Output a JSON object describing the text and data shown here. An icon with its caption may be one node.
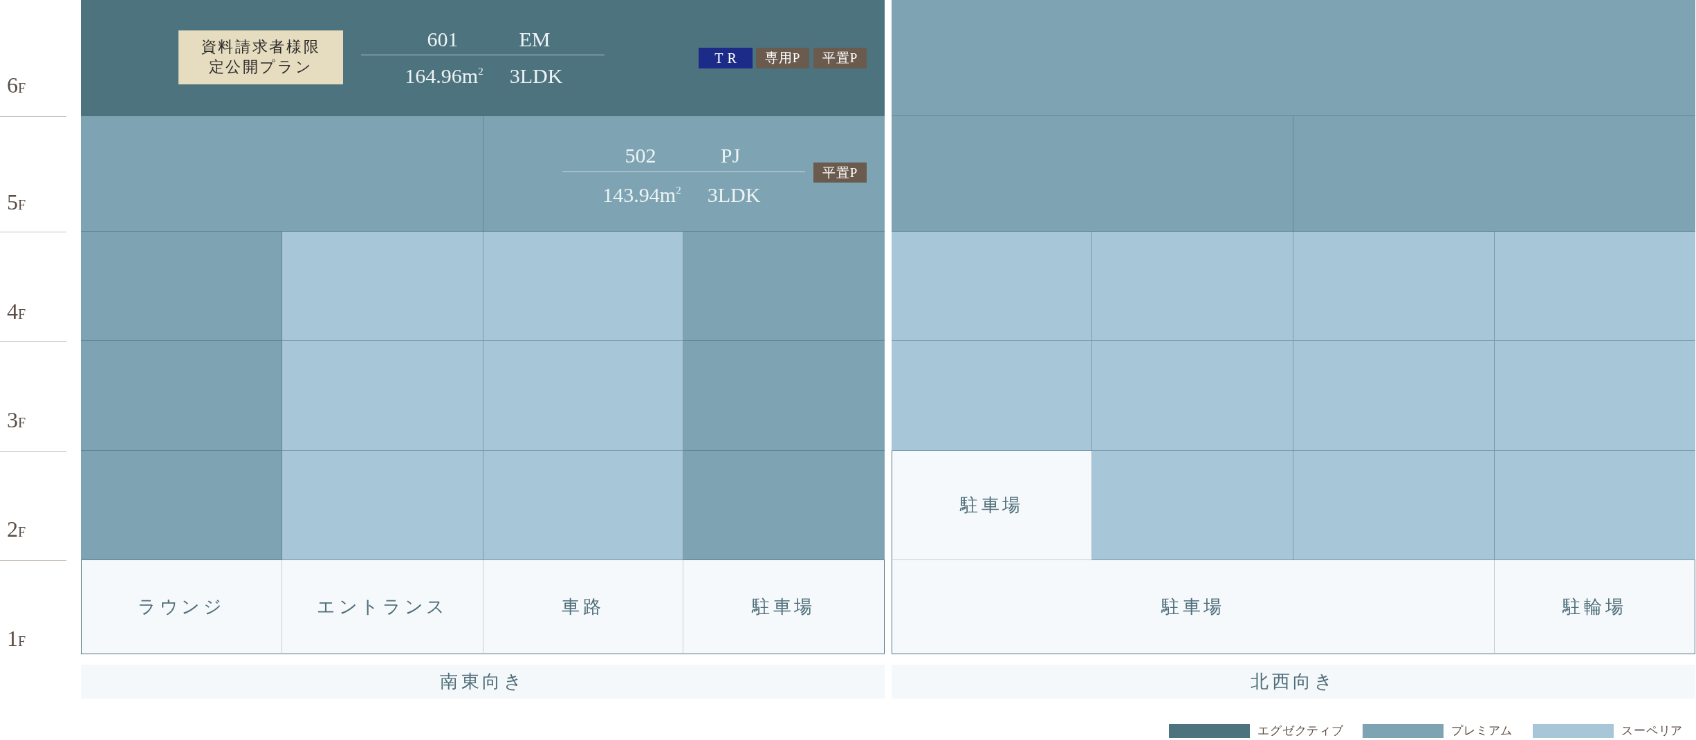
{
  "diagram": {
    "nodes": [
      {
        "text": [
          "601",
          "EM",
          "164.96m$^{2}$",
          "3LDK"
        ]
      },
      {
        "text": [
          "資料請求者様限定公開プラン"
        ],
        "in": 0
      },
      {
        "text": [
          "TR"
        ],
        "in": 0
      },
      {
        "text": [
          "専用P"
        ],
        "in": 0
      },
      {
        "text": [
          "平置P"
        ],
        "in": 0
      },
      {
        "text": [],
        "shape": "box"
      },
      {
        "text": [],
        "shape": "box"
      },
      {
        "text": [
          "502",
          "PJ",
          "143.94m$^{2}$",
          "3LDK"
        ]
      },
      {
        "text": [
          "平置P"
        ],
        "in": 7
      },
      {
        "text": [],
        "shape": "box"
      },
      {
        "text": [],
        "shape": "box"
      },
      {
        "text": [],
        "shape": "box"
      },
      {
        "text": [],
        "shape": "box"
      },
      {
        "text": [],
        "shape": "box"
      },
      {
        "text": [],
        "shape": "box"
      },
      {
        "text": [],
        "shape": "box"
      },
      {
        "text": [],
        "shape": "box"
      },
      {
        "text": [],
        "shape": "box"
      },
      {
        "text": [],
        "shape": "box"
      },
      {
        "text": [],
        "shape": "box"
      },
      {
        "text": [],
        "shape": "box"
      },
      {
        "text": [],
        "shape": "box"
      },
      {
        "text": [],
        "shape": "box"
      },
      {
        "text": [],
        "shape": "box"
      },
      {
        "text": [],
        "shape": "box"
      },
      {
        "text": [],
        "shape": "box"
      },
      {
        "text": [],
        "shape": "box"
      },
      {
        "text": [],
        "shape": "box"
      },
      {
        "text": [],
        "shape": "box"
      },
      {
        "text": [],
        "shape": "box"
      },
      {
        "text": [],
        "shape": "box"
      },
      {
        "text": [
          "駐車場"
        ]
      },
      {
        "text": [],
        "shape": "box"
      },
      {
        "text": [],
        "shape": "box"
      },
      {
        "text": [],
        "shape": "box"
      },
      {
        "text": [
          "ラウンジ"
        ]
      },
      {
        "text": [
          "エントランス"
        ]
      },
      {
        "text": [
          "車路"
        ]
      },
      {
        "text": [
          "駐車場"
        ]
      },
      {
        "text": [
          "駐車場"
        ]
      },
      {
        "text": [
          "駐輪場"
        ]
      },
      {
        "text": [
          "南東向き"
        ]
      },
      {
        "text": [
          "北西向き"
        ]
      }
    ],
    "labels": [
      "6F",
      "5F",
      "4F",
      "3F",
      "2F",
      "1F"
    ],
    "legend": [
      {
        "text": "エグゼクティブ",
        "color": "#4d737e"
      },
      {
        "text": "プレミアム",
        "color": "#7ea4b3"
      },
      {
        "text": "スーペリア",
        "color": "#a7c6d8"
      }
    ]
  }
}
